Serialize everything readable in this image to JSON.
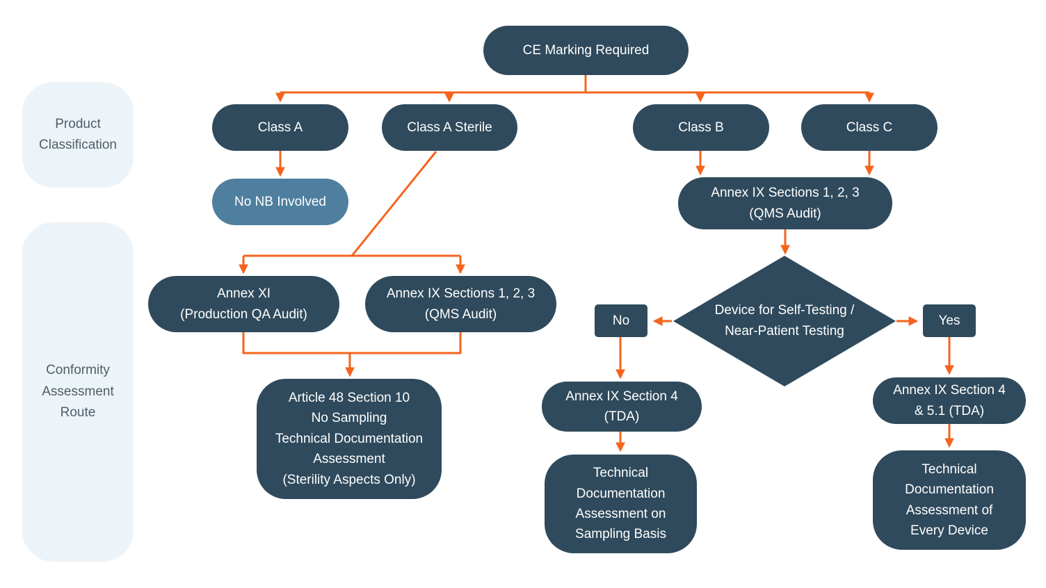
{
  "colors": {
    "node_dark": "#2F4A5C",
    "node_light": "#4E7F9E",
    "arrow": "#F4641D",
    "label_bg": "#EDF4F9",
    "label_text": "#4E5D66",
    "node_text": "#FFFFFF"
  },
  "side_labels": {
    "product_classification": "Product\nClassification",
    "conformity_assessment_route": "Conformity\nAssessment\nRoute"
  },
  "nodes": {
    "ce_marking": "CE Marking Required",
    "class_a": "Class A",
    "class_a_sterile": "Class A Sterile",
    "class_b": "Class B",
    "class_c": "Class C",
    "no_nb_involved": "No NB Involved",
    "annex_xi": "Annex XI\n(Production QA Audit)",
    "annex_ix_qms_sterile": "Annex IX Sections 1, 2, 3\n(QMS Audit)",
    "article_48": "Article 48 Section 10\nNo Sampling\nTechnical Documentation\nAssessment\n(Sterility Aspects Only)",
    "annex_ix_qms_bc": "Annex IX Sections 1, 2, 3\n(QMS Audit)",
    "self_testing_decision": "Device for Self-Testing /\nNear-Patient Testing",
    "decision_no": "No",
    "decision_yes": "Yes",
    "annex_ix_s4": "Annex IX Section 4\n(TDA)",
    "tda_sampling": "Technical\nDocumentation\nAssessment on\nSampling Basis",
    "annex_ix_s4_51": "Annex IX Section 4\n& 5.1 (TDA)",
    "tda_every_device": "Technical\nDocumentation\nAssessment of\nEvery Device"
  }
}
